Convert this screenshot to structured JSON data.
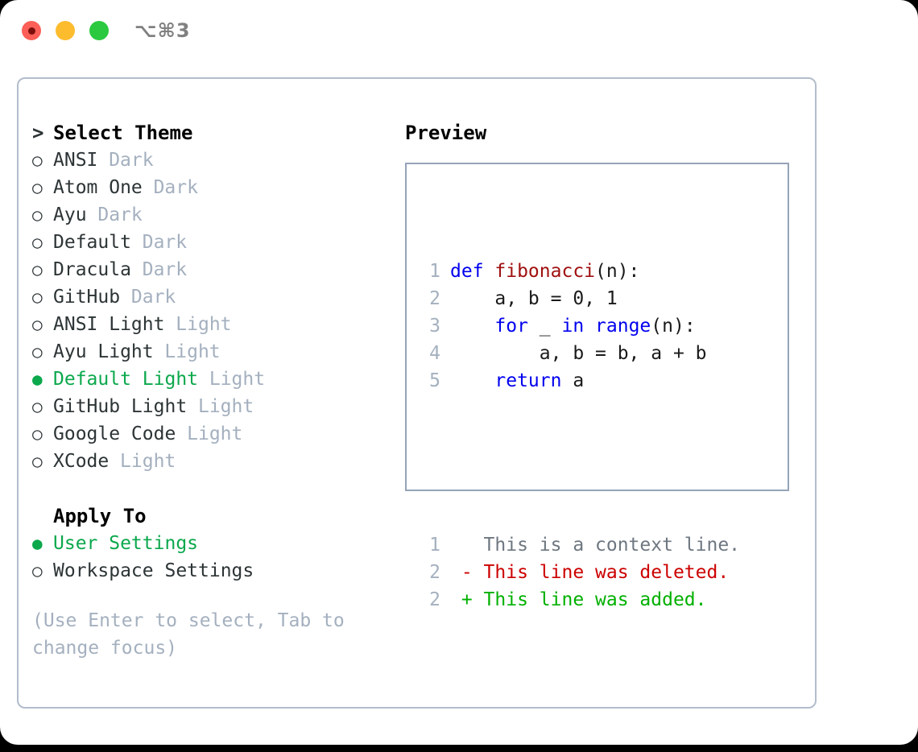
{
  "window": {
    "title": "⌥⌘3",
    "controls": [
      {
        "name": "close",
        "color": "#fb5f57"
      },
      {
        "name": "minimize",
        "color": "#fdbc2e"
      },
      {
        "name": "maximize",
        "color": "#2bc93f"
      }
    ]
  },
  "theme_picker": {
    "header_prefix": ">",
    "header": "Select Theme",
    "bullet_selected": "●",
    "bullet_unselected": "○",
    "items": [
      {
        "name": "ANSI",
        "kind": "Dark",
        "selected": false
      },
      {
        "name": "Atom One",
        "kind": "Dark",
        "selected": false
      },
      {
        "name": "Ayu",
        "kind": "Dark",
        "selected": false
      },
      {
        "name": "Default",
        "kind": "Dark",
        "selected": false
      },
      {
        "name": "Dracula",
        "kind": "Dark",
        "selected": false
      },
      {
        "name": "GitHub",
        "kind": "Dark",
        "selected": false
      },
      {
        "name": "ANSI Light",
        "kind": "Light",
        "selected": false
      },
      {
        "name": "Ayu Light",
        "kind": "Light",
        "selected": false
      },
      {
        "name": "Default Light",
        "kind": "Light",
        "selected": true
      },
      {
        "name": "GitHub Light",
        "kind": "Light",
        "selected": false
      },
      {
        "name": "Google Code",
        "kind": "Light",
        "selected": false
      },
      {
        "name": "XCode",
        "kind": "Light",
        "selected": false
      }
    ]
  },
  "apply_to": {
    "title": "Apply To",
    "options": [
      {
        "label": "User Settings",
        "selected": true
      },
      {
        "label": "Workspace Settings",
        "selected": false
      }
    ]
  },
  "hint": "(Use Enter to select, Tab to change focus)",
  "preview": {
    "heading": "Preview",
    "code_lines": [
      {
        "no": "1",
        "tokens": [
          {
            "t": "def ",
            "c": "kw"
          },
          {
            "t": "fibonacci",
            "c": "fn"
          },
          {
            "t": "(n):",
            "c": "plain"
          }
        ]
      },
      {
        "no": "2",
        "tokens": [
          {
            "t": "    a, b = 0, 1",
            "c": "plain"
          }
        ]
      },
      {
        "no": "3",
        "tokens": [
          {
            "t": "    ",
            "c": "plain"
          },
          {
            "t": "for",
            "c": "kw"
          },
          {
            "t": " _ ",
            "c": "plain"
          },
          {
            "t": "in",
            "c": "kw"
          },
          {
            "t": " ",
            "c": "plain"
          },
          {
            "t": "range",
            "c": "kw"
          },
          {
            "t": "(n):",
            "c": "plain"
          }
        ]
      },
      {
        "no": "4",
        "tokens": [
          {
            "t": "        a, b = b, a + b",
            "c": "plain"
          }
        ]
      },
      {
        "no": "5",
        "tokens": [
          {
            "t": "    ",
            "c": "plain"
          },
          {
            "t": "return",
            "c": "kw"
          },
          {
            "t": " a",
            "c": "plain"
          }
        ]
      }
    ],
    "diff_lines": [
      {
        "no": "1",
        "marker": " ",
        "text": " This is a context line.",
        "kind": "ctx"
      },
      {
        "no": "2",
        "marker": "-",
        "text": " This line was deleted.",
        "kind": "del"
      },
      {
        "no": "2",
        "marker": "+",
        "text": " This line was added.",
        "kind": "add"
      }
    ]
  },
  "colors": {
    "accent_green": "#0ba84c",
    "muted": "#a4b0bf",
    "border": "#94a3b8",
    "panel_border": "#b3bdcc",
    "keyword": "#0000ee",
    "function": "#a01010",
    "diff_add": "#00b000",
    "diff_del": "#cc0000",
    "diff_ctx": "#6e7781"
  }
}
